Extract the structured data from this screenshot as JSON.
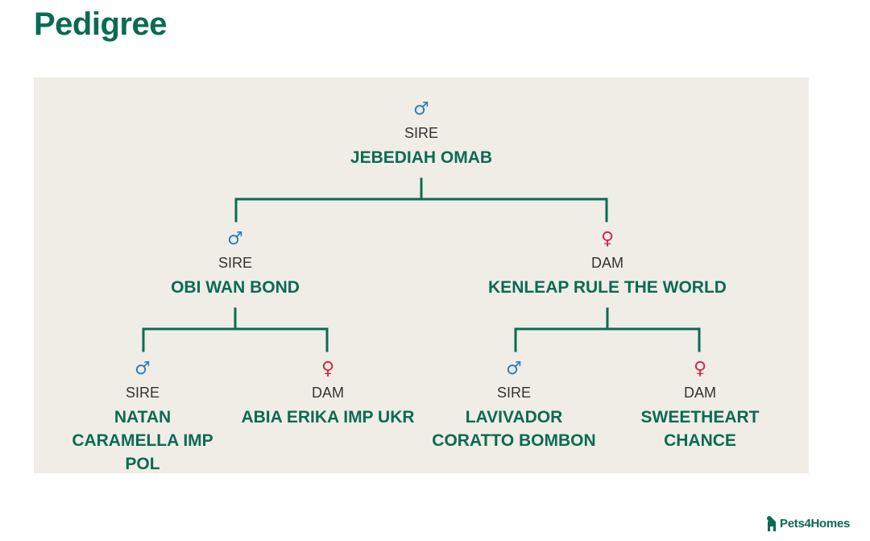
{
  "page": {
    "title": "Pedigree"
  },
  "colors": {
    "brand_green": "#0b6b52",
    "male_blue": "#2b7fbf",
    "female_red": "#d0284e",
    "panel_bg": "#f0ede6"
  },
  "pedigree": {
    "root": {
      "symbol": "♂",
      "icon": "male-symbol-icon",
      "role": "SIRE",
      "name": "JEBEDIAH OMAB"
    },
    "sire": {
      "symbol": "♂",
      "icon": "male-symbol-icon",
      "role": "SIRE",
      "name": "OBI WAN BOND"
    },
    "dam": {
      "symbol": "♀",
      "icon": "female-symbol-icon",
      "role": "DAM",
      "name": "KENLEAP RULE THE WORLD"
    },
    "sire_sire": {
      "symbol": "♂",
      "icon": "male-symbol-icon",
      "role": "SIRE",
      "name": "NATAN CARAMELLA IMP POL"
    },
    "sire_dam": {
      "symbol": "♀",
      "icon": "female-symbol-icon",
      "role": "DAM",
      "name": "ABIA ERIKA IMP UKR"
    },
    "dam_sire": {
      "symbol": "♂",
      "icon": "male-symbol-icon",
      "role": "SIRE",
      "name": "LAVIVADOR CORATTO BOMBON"
    },
    "dam_dam": {
      "symbol": "♀",
      "icon": "female-symbol-icon",
      "role": "DAM",
      "name": "SWEETHEART CHANCE"
    }
  },
  "footer": {
    "logo_text": "Pets4Homes"
  }
}
